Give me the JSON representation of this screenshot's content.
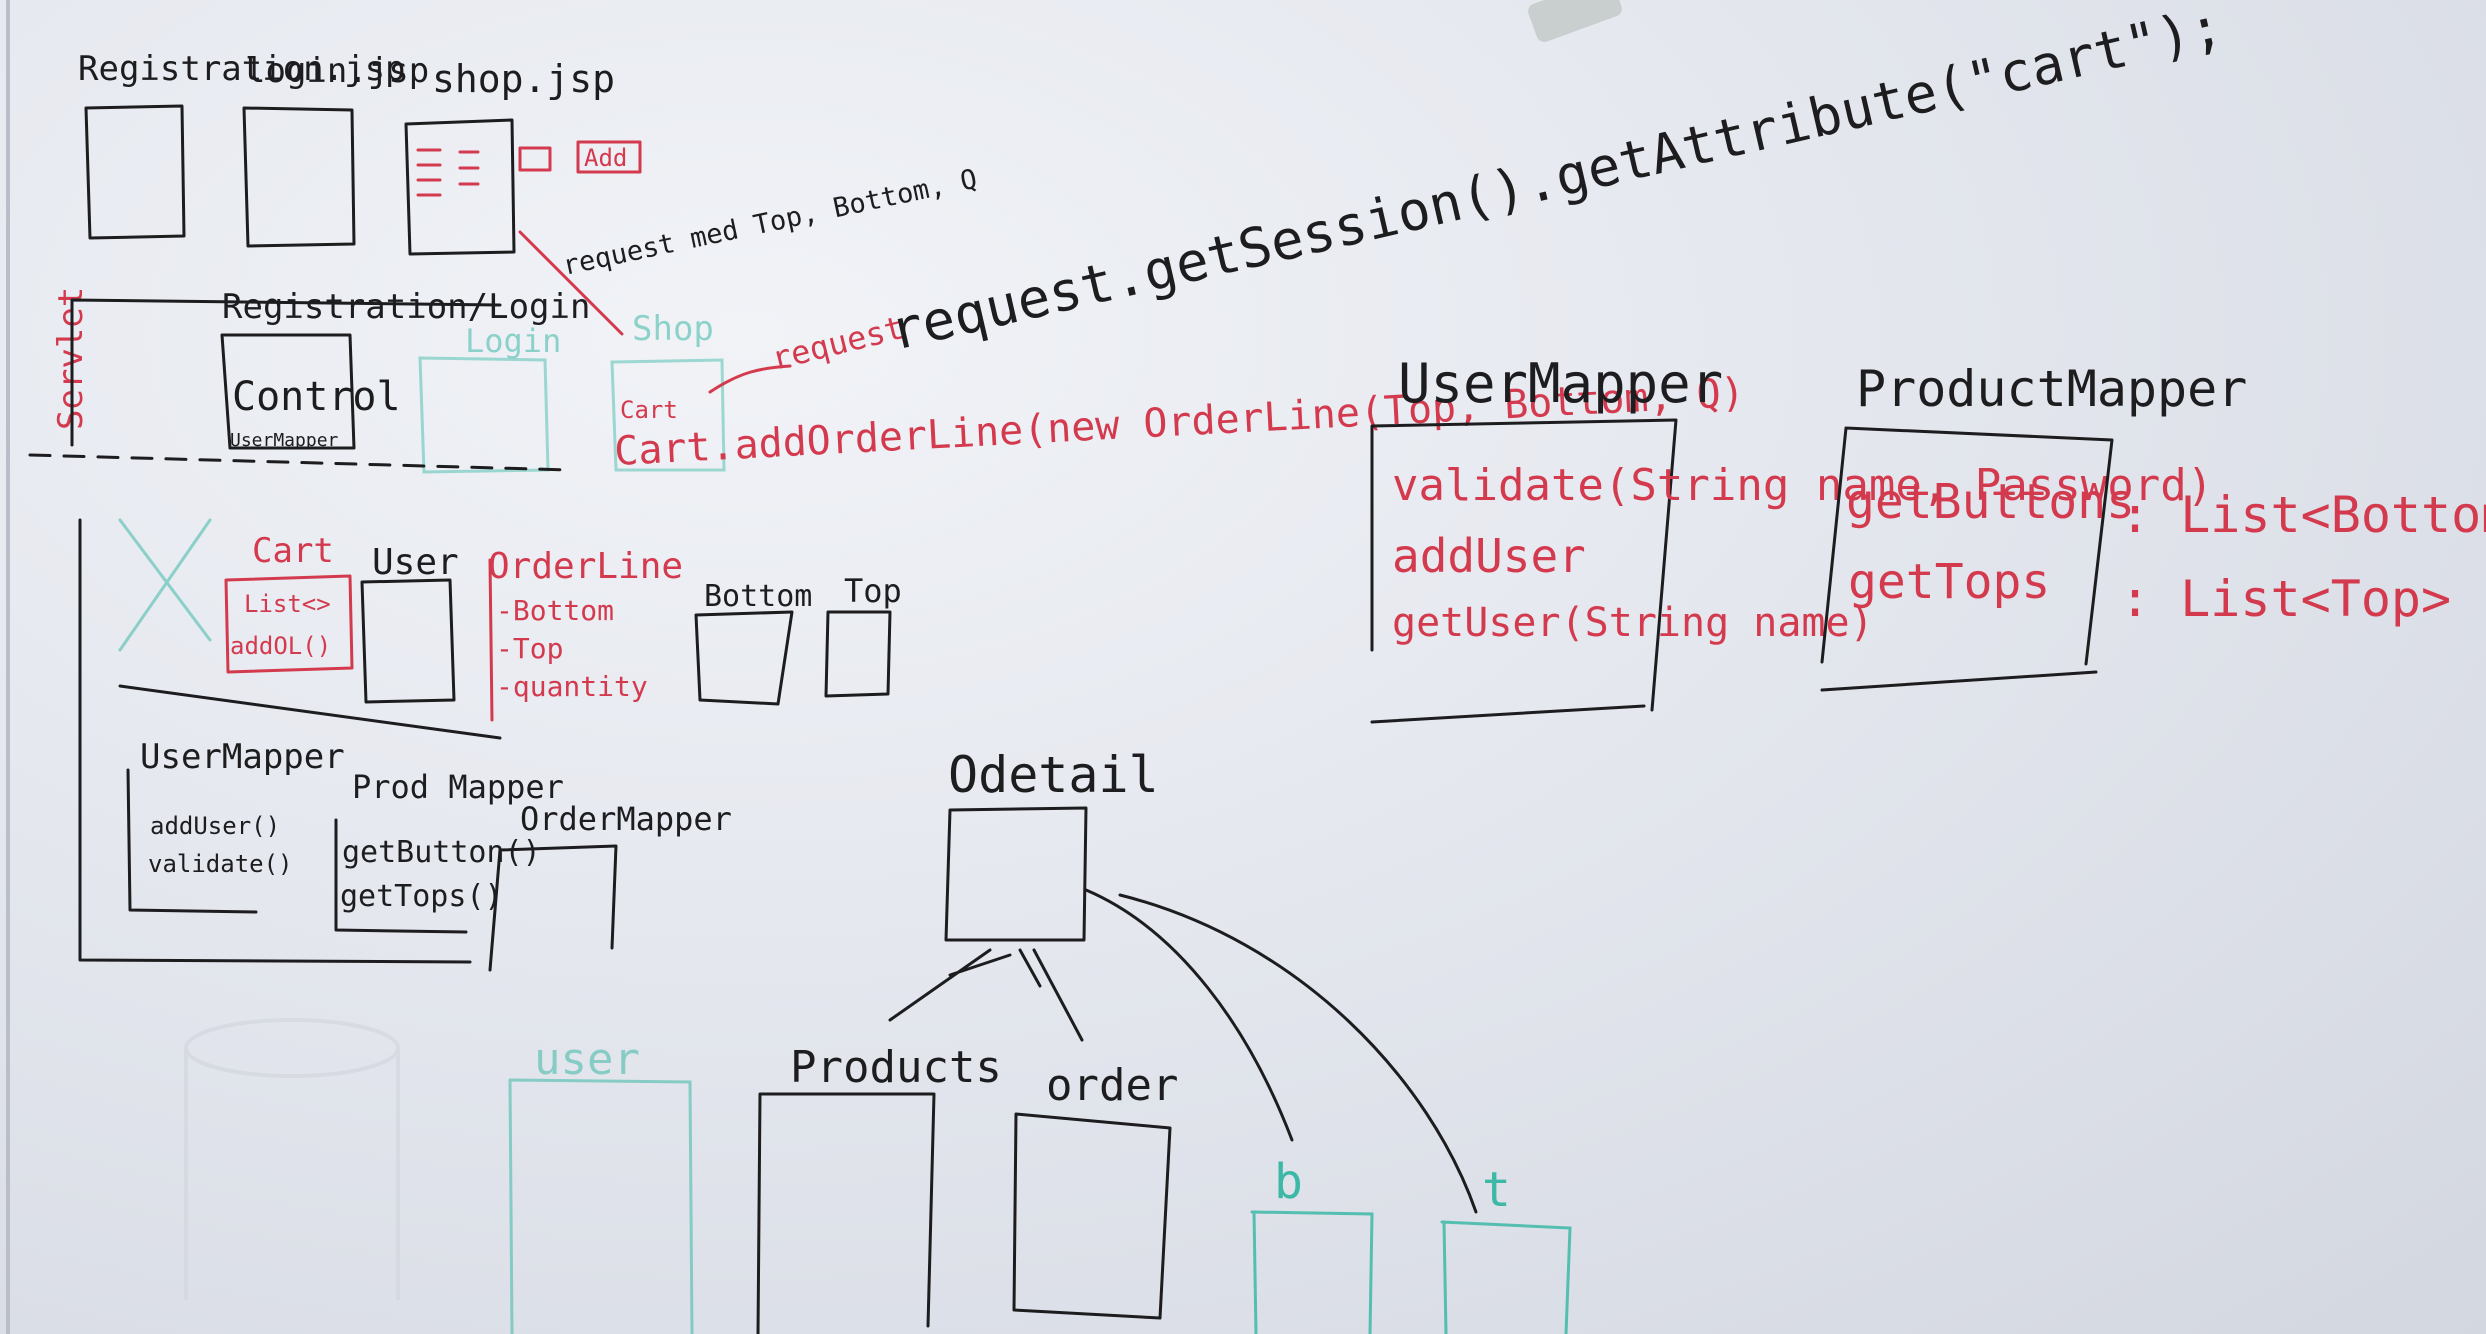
{
  "jsp": {
    "registration": "Registration.jsp",
    "login": "login.jsp",
    "shop": "shop.jsp",
    "add": "Add",
    "request": "request med Top, Bottom, Q"
  },
  "servlet": {
    "label": "Servlet",
    "registration_login": "Registration/Login",
    "control": "Control",
    "usermapper_note": "UserMapper",
    "login": "Login",
    "shop": "Shop",
    "cart_small": "Cart"
  },
  "code": {
    "session": "request.getSession().getAttribute(\"cart\");",
    "addline": "Cart.addOrderLine(new OrderLine(Top, Bottom, Q)"
  },
  "usermapper": {
    "title": "UserMapper",
    "m1": "validate(String name, Password)",
    "m2": "addUser",
    "m3": "getUser(String name)"
  },
  "productmapper": {
    "title": "ProductMapper",
    "m1": "getButtons",
    "m2": "getTops",
    "r1": ": List<Bottom>",
    "r2": ": List<Top>"
  },
  "entities": {
    "cart": "Cart",
    "cart_list": "List<>",
    "cart_add": "addOL()",
    "user": "User",
    "orderline": "OrderLine",
    "ol_f1": "-Bottom",
    "ol_f2": "-Top",
    "ol_f3": "-quantity",
    "bottom": "Bottom",
    "top": "Top"
  },
  "mappers": {
    "usermapper": "UserMapper",
    "um_1": "addUser()",
    "um_2": "validate()",
    "prodmapper": "Prod Mapper",
    "pm_1": "getButton()",
    "pm_2": "getTops()",
    "ordermapper": "OrderMapper"
  },
  "db": {
    "odetail": "Odetail",
    "user": "user",
    "products": "Products",
    "order": "order",
    "b": "b",
    "t": "t"
  },
  "colors": {
    "black_ink": "#1d1d1f",
    "red_ink": "#d43a4e",
    "teal_ink": "#3cb8a6",
    "board": "#e4e7ee"
  }
}
